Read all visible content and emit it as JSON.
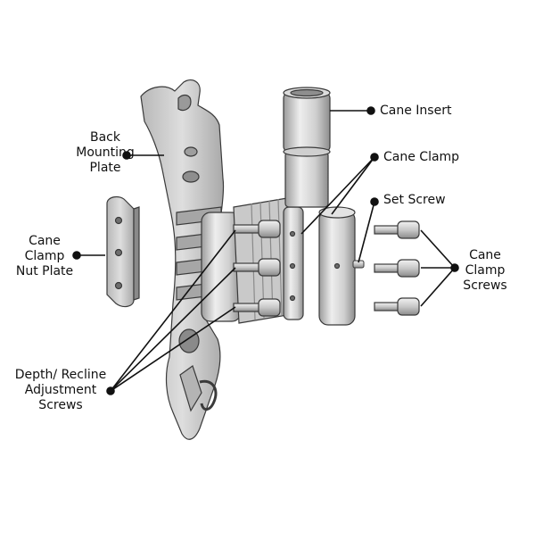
{
  "diagram": {
    "labels": {
      "cane_insert": "Cane Insert",
      "back_mounting_plate": [
        "Back",
        "Mounting",
        "Plate"
      ],
      "cane_clamp": "Cane Clamp",
      "set_screw": "Set Screw",
      "cane_clamp_nut_plate": [
        "Cane",
        "Clamp",
        "Nut Plate"
      ],
      "cane_clamp_screws": [
        "Cane",
        "Clamp",
        "Screws"
      ],
      "depth_recline_adjustment_screws": [
        "Depth/ Recline",
        "Adjustment",
        "Screws"
      ]
    },
    "colors": {
      "line": "#111111",
      "part_fill": "#d4d4d4",
      "part_light": "#e9e9e9",
      "part_dark": "#9a9a9a",
      "outline": "#3a3a3a",
      "background": "#ffffff"
    }
  }
}
